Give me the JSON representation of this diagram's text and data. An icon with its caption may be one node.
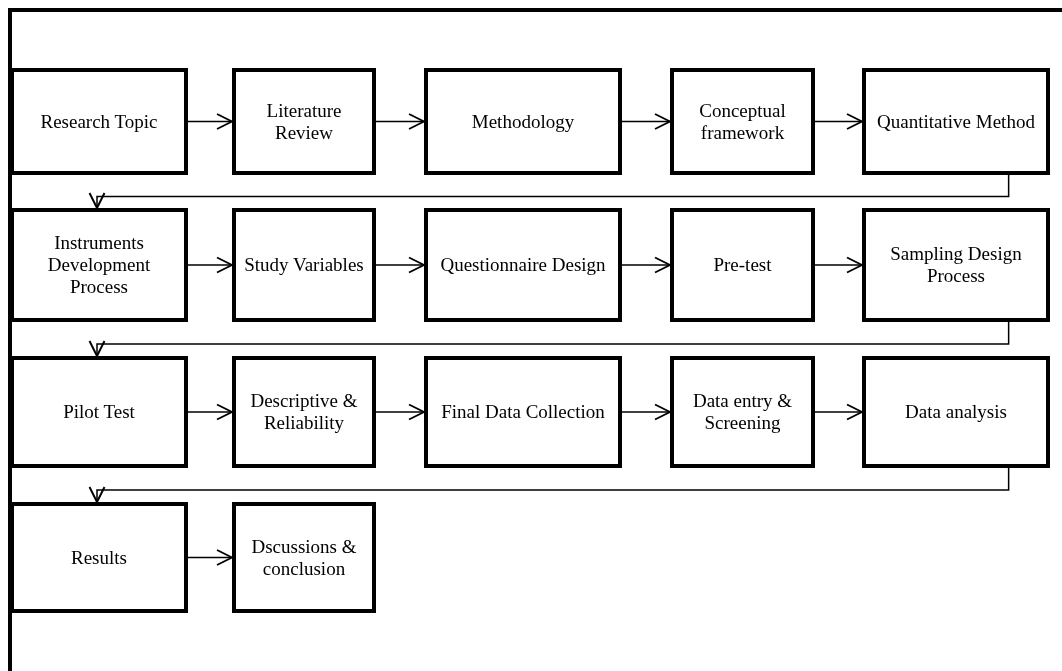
{
  "diagram": {
    "nodes": [
      {
        "text": [
          "Research Topic"
        ]
      },
      {
        "text": [
          "Literature Review"
        ]
      },
      {
        "text": [
          "Methodology"
        ]
      },
      {
        "text": [
          "Conceptual framework"
        ]
      },
      {
        "text": [
          "Quantitative Method"
        ]
      },
      {
        "text": [
          "Instruments Development Process"
        ]
      },
      {
        "text": [
          "Study Variables"
        ]
      },
      {
        "text": [
          "Questionnaire Design"
        ]
      },
      {
        "text": [
          "Pre-test"
        ]
      },
      {
        "text": [
          "Sampling Design Process"
        ]
      },
      {
        "text": [
          "Pilot Test"
        ]
      },
      {
        "text": [
          "Descriptive & Reliability"
        ]
      },
      {
        "text": [
          "Final Data Collection"
        ]
      },
      {
        "text": [
          "Data entry & Screening"
        ]
      },
      {
        "text": [
          "Data analysis"
        ]
      },
      {
        "text": [
          "Results"
        ]
      },
      {
        "text": [
          "Dscussions & conclusion"
        ]
      }
    ],
    "edges": [
      {
        "from": 0,
        "to": 1,
        "arrow": "to"
      },
      {
        "from": 1,
        "to": 2,
        "arrow": "to"
      },
      {
        "from": 2,
        "to": 3,
        "arrow": "to"
      },
      {
        "from": 3,
        "to": 4,
        "arrow": "to"
      },
      {
        "from": 4,
        "to": 5,
        "arrow": "to"
      },
      {
        "from": 5,
        "to": 6,
        "arrow": "to"
      },
      {
        "from": 6,
        "to": 7,
        "arrow": "to"
      },
      {
        "from": 7,
        "to": 8,
        "arrow": "to"
      },
      {
        "from": 8,
        "to": 9,
        "arrow": "to"
      },
      {
        "from": 9,
        "to": 10,
        "arrow": "to"
      },
      {
        "from": 10,
        "to": 11,
        "arrow": "to"
      },
      {
        "from": 11,
        "to": 12,
        "arrow": "to"
      },
      {
        "from": 12,
        "to": 13,
        "arrow": "to"
      },
      {
        "from": 13,
        "to": 14,
        "arrow": "to"
      },
      {
        "from": 14,
        "to": 15,
        "arrow": "to"
      },
      {
        "from": 15,
        "to": 16,
        "arrow": "to"
      }
    ]
  }
}
